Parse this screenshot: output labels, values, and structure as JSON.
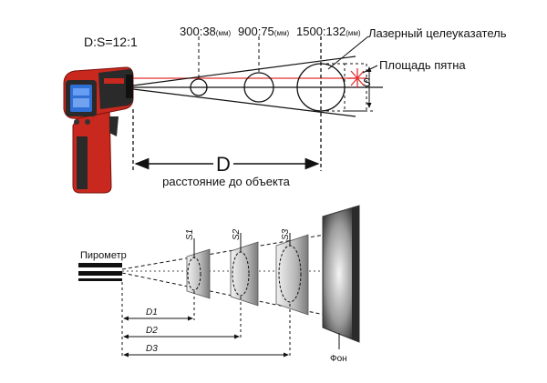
{
  "top": {
    "ratio": "D:S=12:1",
    "spots": [
      {
        "dist": "300",
        "diam": "38",
        "unit": "(мм)"
      },
      {
        "dist": "900",
        "diam": "75",
        "unit": "(мм)"
      },
      {
        "dist": "1500",
        "diam": "132",
        "unit": "(мм)"
      }
    ],
    "laser_label": "Лазерный целеуказатель",
    "spot_area_label": "Площадь пятна",
    "s_label": "S",
    "d_label": "D",
    "distance_label": "расстояние до объекта"
  },
  "bottom": {
    "pyrometer_label": "Пирометр",
    "s_labels": [
      "S1",
      "S2",
      "S3"
    ],
    "d_labels": [
      "D1",
      "D2",
      "D3"
    ],
    "background_label": "Фон"
  },
  "colors": {
    "gun_red": "#c8281e",
    "gun_dark": "#2a2a2a",
    "screen_blue": "#2f6fd6",
    "laser_red": "#e03030"
  }
}
